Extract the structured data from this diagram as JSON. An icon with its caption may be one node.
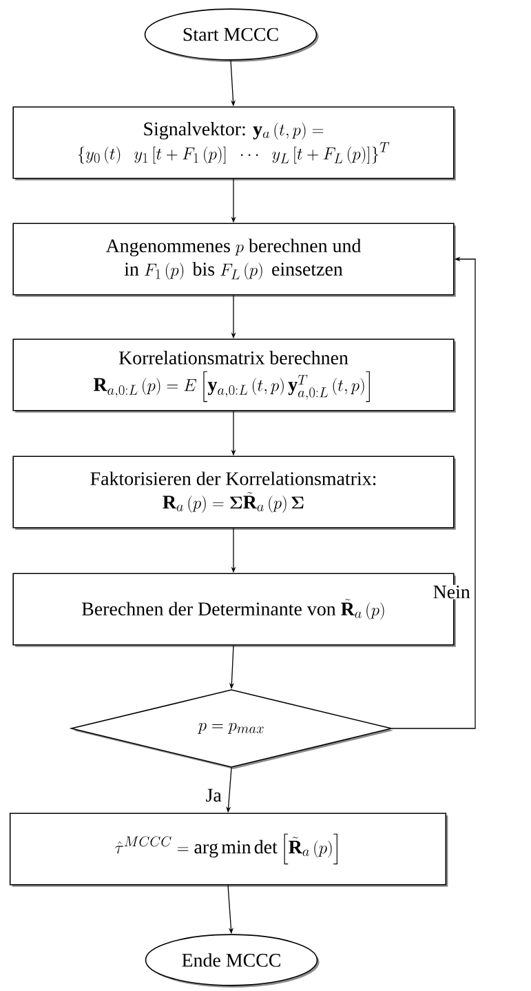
{
  "diagram": {
    "nodes": [
      {
        "text": [
          "Start MCCC"
        ]
      },
      {
        "text": [
          "\\begin{array}{c}\\text{Signalvektor: }\\mathbf{y}_a\\left(t,p\\right)=\\\\ \\left\\{y_0\\left(t\\right)\\;\\;y_1\\left[t+F_1\\left(p\\right)\\right]\\;\\;\\cdots\\;\\;y_L\\left[t+F_L\\left(p\\right)\\right]\\right\\}^T\\end{array}"
        ]
      },
      {
        "text": [
          "\\begin{array}{c}\\text{Angenommenes }p\\text{ berechnen und}\\\\ \\text{in }F_1\\left(p\\right)\\text{ bis }F_L\\left(p\\right)\\text{ einsetzen}\\end{array}"
        ]
      },
      {
        "text": [
          "\\begin{array}{c}\\text{Korrelationsmatrix berechnen}\\\\ \\mathbf{R}_{a,0:L}\\left(p\\right)=E\\left[\\mathbf{y}_{a,0:L}\\left(t,p\\right)\\mathbf{y}^T_{a,0:L}\\left(t,p\\right)\\right]\\end{array}"
        ]
      },
      {
        "text": [
          "\\begin{array}{c}\\text{Faktorisieren der Korrelationsmatrix:}\\\\ \\mathbf{R}_a\\left(p\\right)=\\boldsymbol{\\Sigma}\\tilde{\\mathbf{R}}_a\\left(p\\right)\\boldsymbol{\\Sigma}\\end{array}"
        ]
      },
      {
        "text": [
          "\\text{Berechnen der Determinante von }\\tilde{\\mathbf{R}}_a\\left(p\\right)"
        ]
      },
      {
        "text": [
          "p=p_{max}"
        ]
      },
      {
        "text": [
          "\\hat{\\tau}^{MCCC}=\\arg\\min\\det\\left[\\tilde{\\mathbf{R}}_a\\left(p\\right)\\right]"
        ]
      },
      {
        "text": [
          "Ende MCCC"
        ]
      }
    ],
    "edges": [
      {
        "from": 0,
        "to": 1,
        "arrow": "to"
      },
      {
        "from": 1,
        "to": 2,
        "arrow": "to"
      },
      {
        "from": 2,
        "to": 3,
        "arrow": "to"
      },
      {
        "from": 3,
        "to": 4,
        "arrow": "to"
      },
      {
        "from": 4,
        "to": 5,
        "arrow": "to"
      },
      {
        "from": 5,
        "to": 6,
        "arrow": "to"
      },
      {
        "from": 6,
        "to": 7,
        "arrow": "to",
        "label": "Ja"
      },
      {
        "from": 7,
        "to": 8,
        "arrow": "to"
      },
      {
        "from": 6,
        "to": 2,
        "arrow": "to",
        "label": "Nein"
      }
    ]
  }
}
